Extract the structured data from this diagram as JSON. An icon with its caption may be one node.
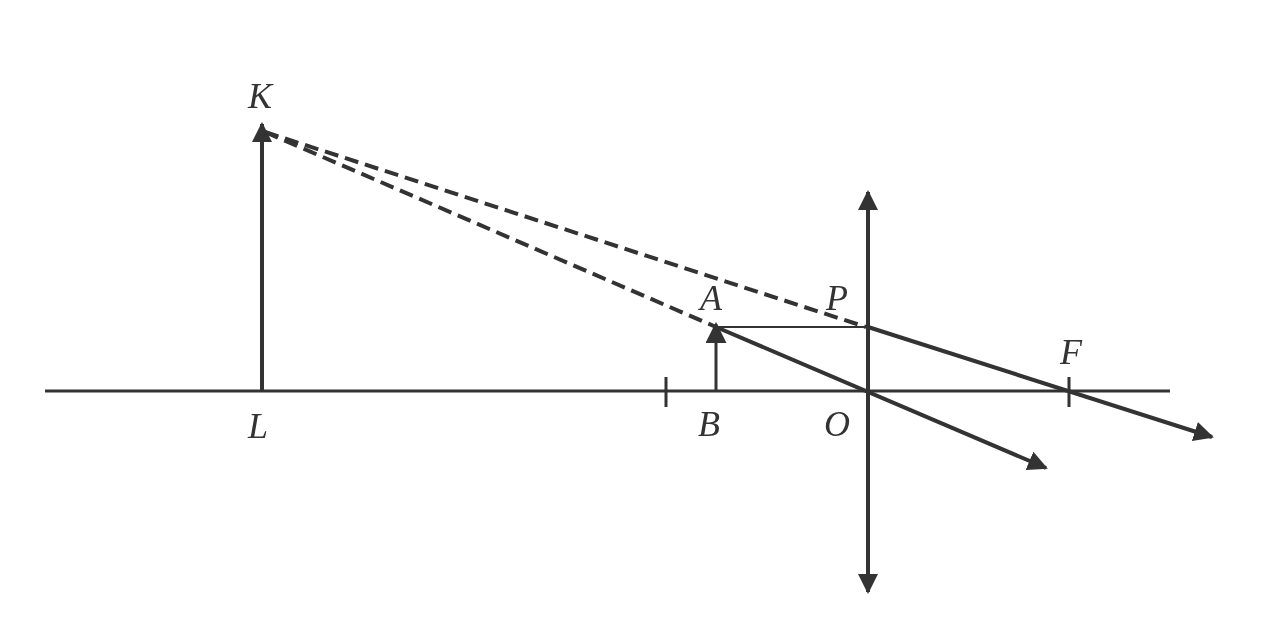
{
  "diagram": {
    "labels": [
      "K",
      "A",
      "P",
      "F",
      "L",
      "B",
      "O"
    ]
  }
}
